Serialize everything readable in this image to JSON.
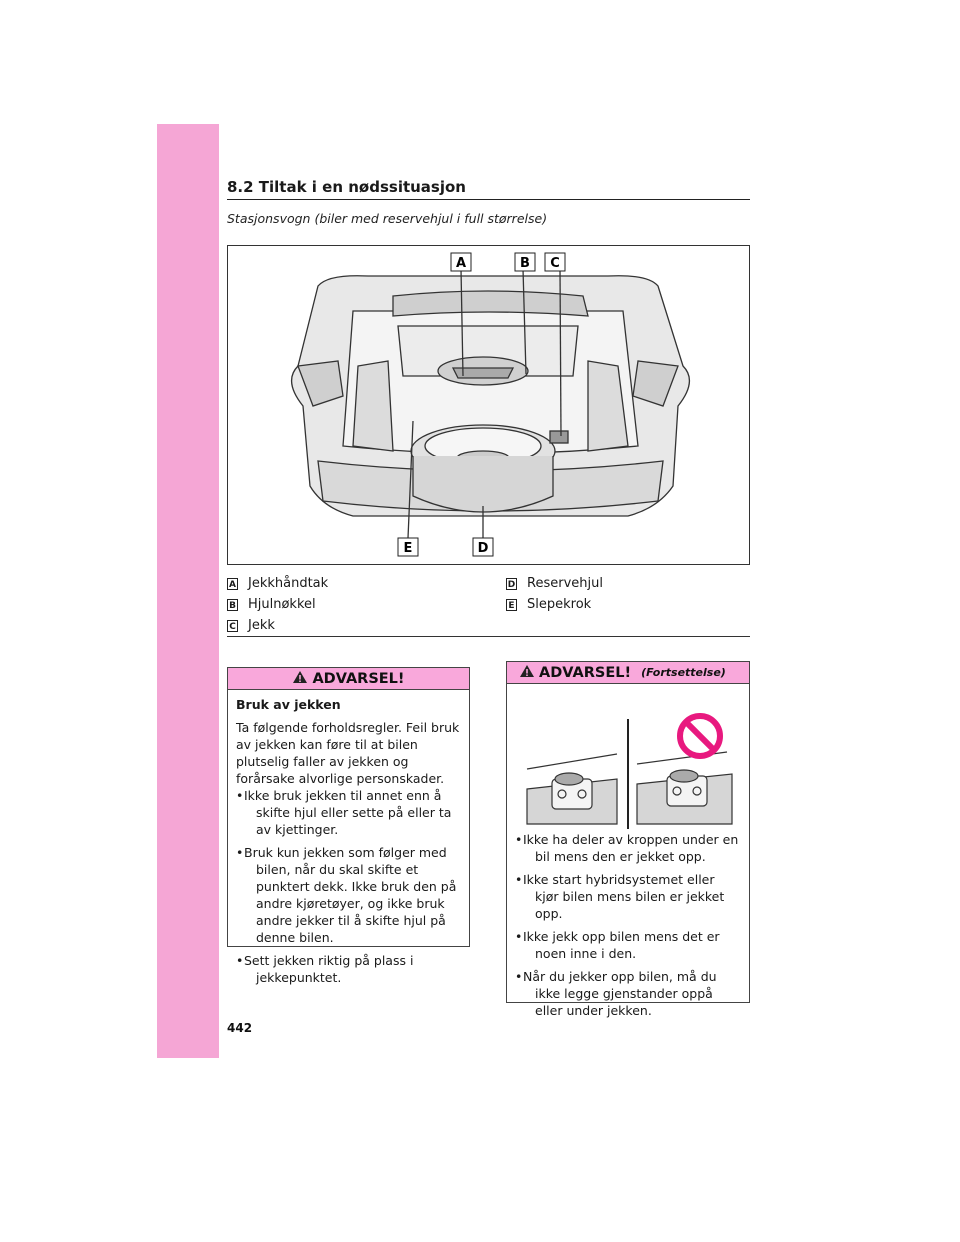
{
  "header": {
    "section": "8.2  Tiltak i en nødssituasjon"
  },
  "caption": "Stasjonsvogn (biler med reservehjul i full størrelse)",
  "figure": {
    "callouts": [
      "A",
      "B",
      "C",
      "D",
      "E"
    ]
  },
  "legend": {
    "left": [
      {
        "key": "A",
        "label": "Jekkhåndtak"
      },
      {
        "key": "B",
        "label": "Hjulnøkkel"
      },
      {
        "key": "C",
        "label": "Jekk"
      }
    ],
    "right": [
      {
        "key": "D",
        "label": "Reservehjul"
      },
      {
        "key": "E",
        "label": "Slepekrok"
      }
    ]
  },
  "warning_left": {
    "title": "ADVARSEL!",
    "heading": "Bruk av jekken",
    "intro": "Ta følgende forholdsregler. Feil bruk av jekken kan føre til at bilen plutselig faller av jekken og forårsake alvorlige personskader.",
    "bullets": [
      "Ikke bruk jekken til annet enn å skifte hjul eller sette på eller ta av kjettinger.",
      "Bruk kun jekken som følger med bilen, når du skal skifte et punktert dekk. Ikke bruk den på andre kjøretøyer, og ikke bruk andre jekker til å skifte hjul på denne bilen.",
      "Sett jekken riktig på plass i jekkepunktet."
    ]
  },
  "warning_right": {
    "title": "ADVARSEL!",
    "subtitle": "(Fortsettelse)",
    "bullets": [
      "Ikke ha deler av kroppen under en bil mens den er jekket opp.",
      "Ikke start hybridsystemet eller kjør bilen mens bilen er jekket opp.",
      "Ikke jekk opp bilen mens det er noen inne i den.",
      "Når du jekker opp bilen, må du ikke legge gjenstander oppå eller under jekken."
    ]
  },
  "page_number": "442",
  "colors": {
    "tab": "#f5a6d5",
    "warn_header": "#f9a8db",
    "prohibit": "#e8197f"
  }
}
